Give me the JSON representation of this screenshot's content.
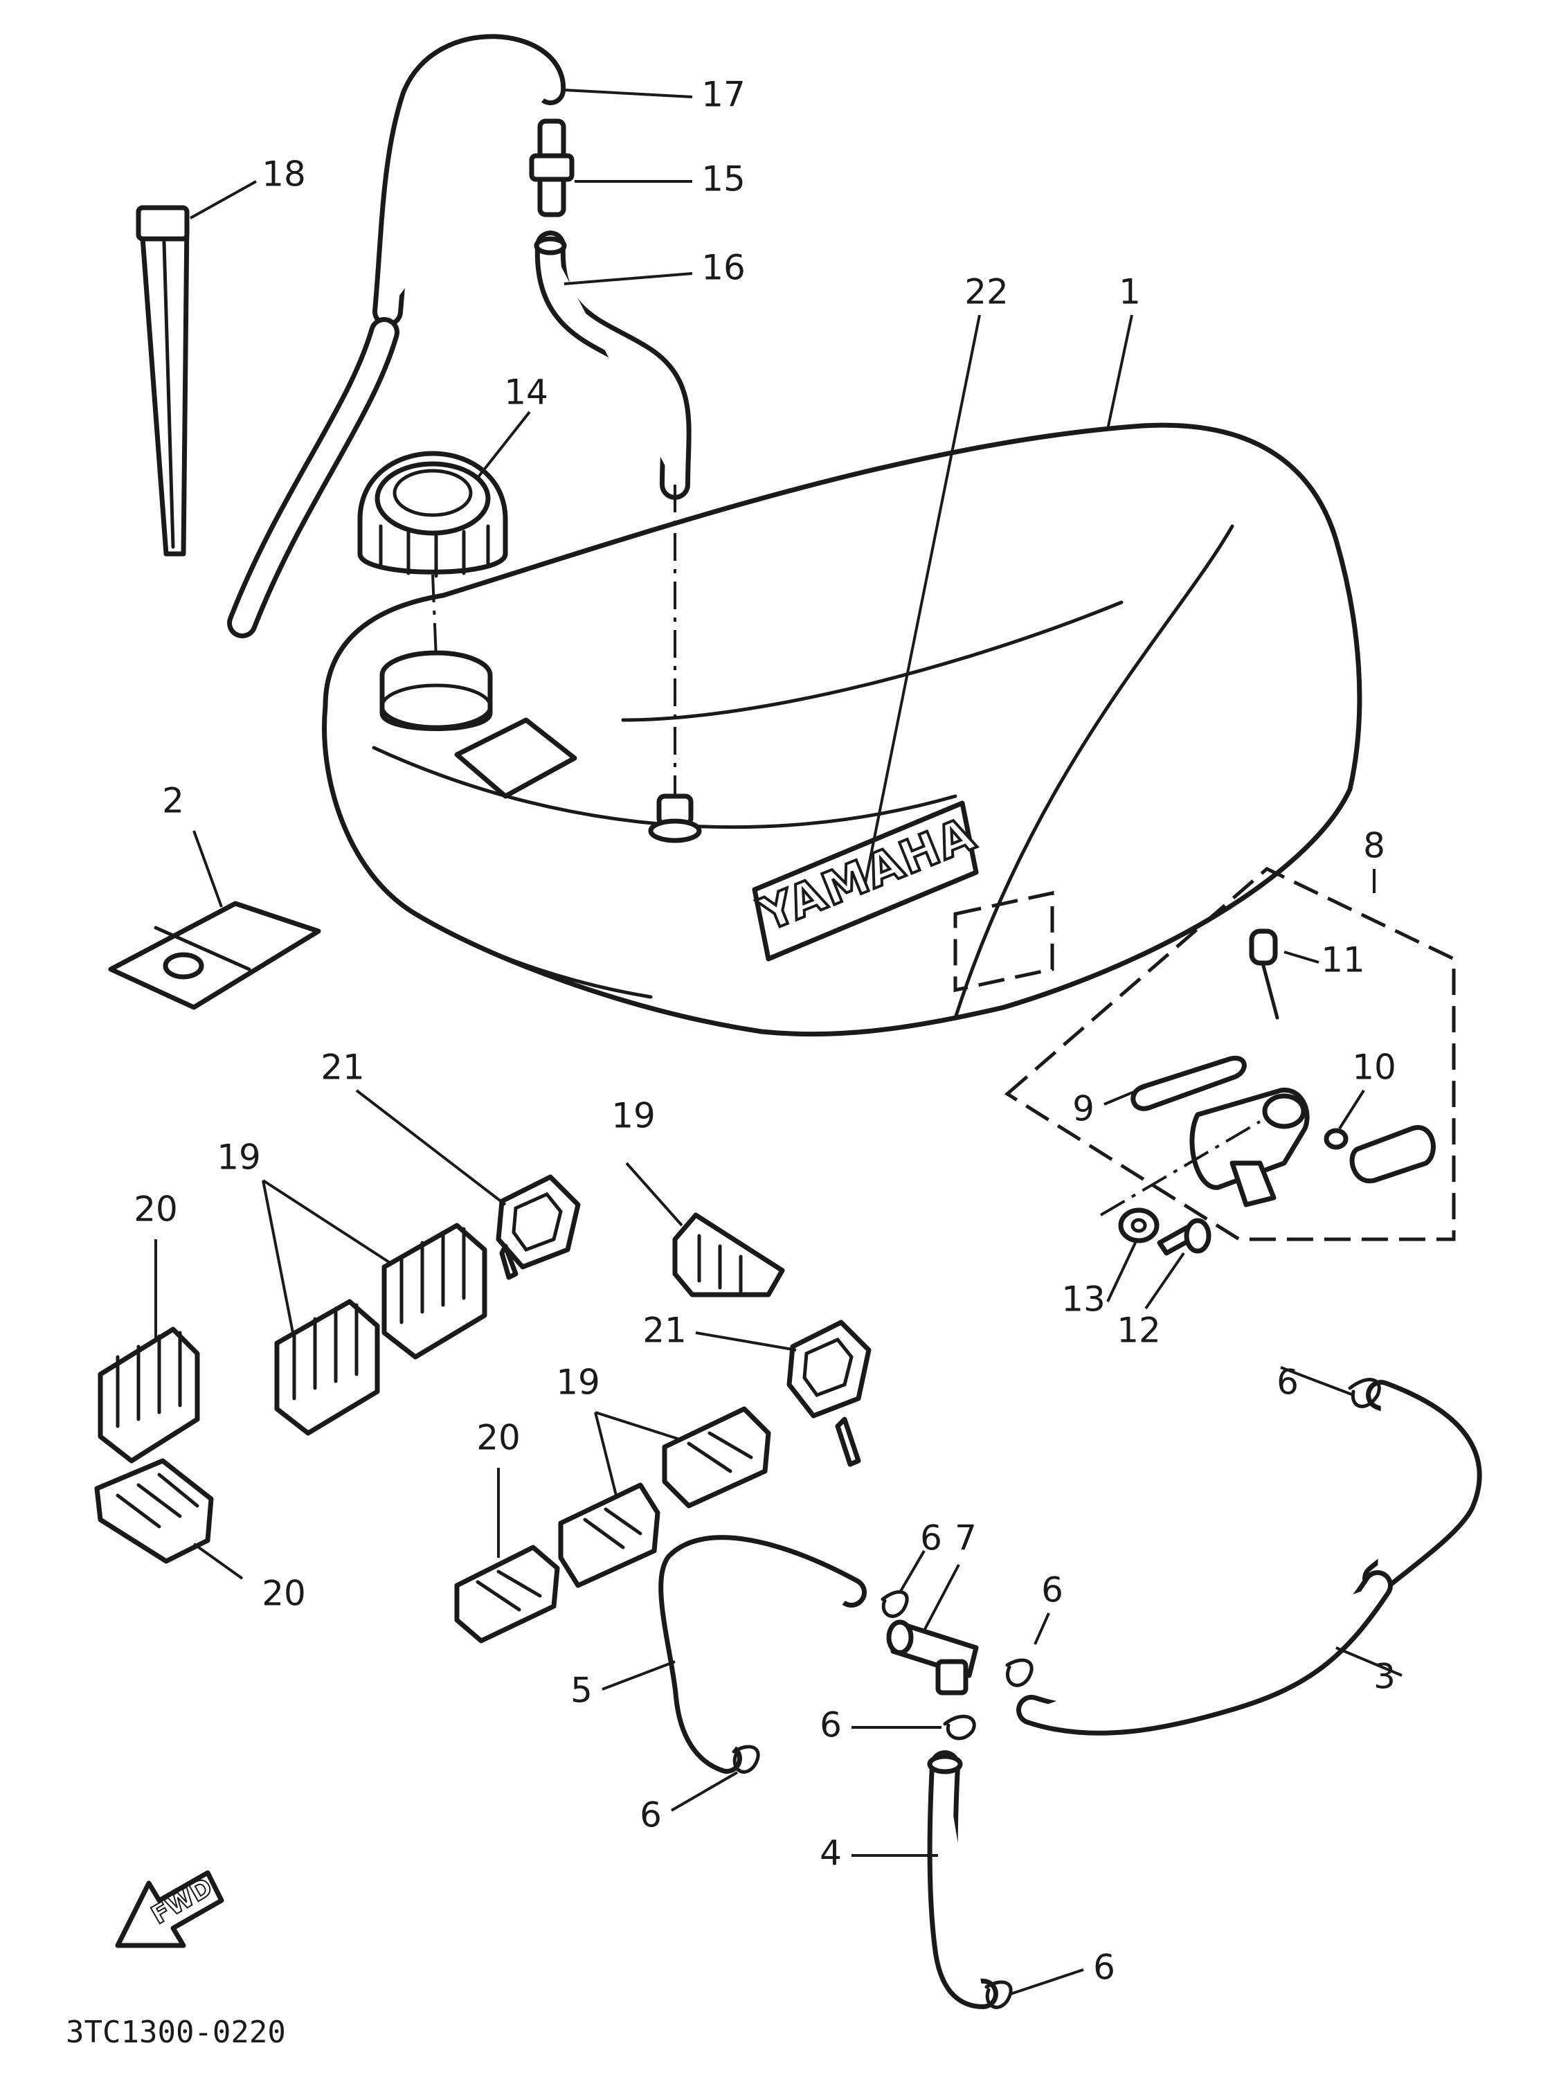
{
  "diagram": {
    "drawing_code": "3TC1300-0220",
    "brand_logo_text": "YAMAHA",
    "direction_arrow_text": "FWD",
    "callouts": {
      "c1": "1",
      "c2": "2",
      "c3": "3",
      "c4": "4",
      "c5": "5",
      "c6a": "6",
      "c6b": "6",
      "c6c": "6",
      "c6d": "6",
      "c6e": "6",
      "c6f": "6",
      "c6g": "6",
      "c7": "7",
      "c8": "8",
      "c9": "9",
      "c10": "10",
      "c11": "11",
      "c12": "12",
      "c13": "13",
      "c14": "14",
      "c15": "15",
      "c16": "16",
      "c17": "17",
      "c18": "18",
      "c19a": "19",
      "c19b": "19",
      "c19c": "19",
      "c20a": "20",
      "c20b": "20",
      "c20c": "20",
      "c21a": "21",
      "c21b": "21",
      "c22": "22"
    }
  }
}
